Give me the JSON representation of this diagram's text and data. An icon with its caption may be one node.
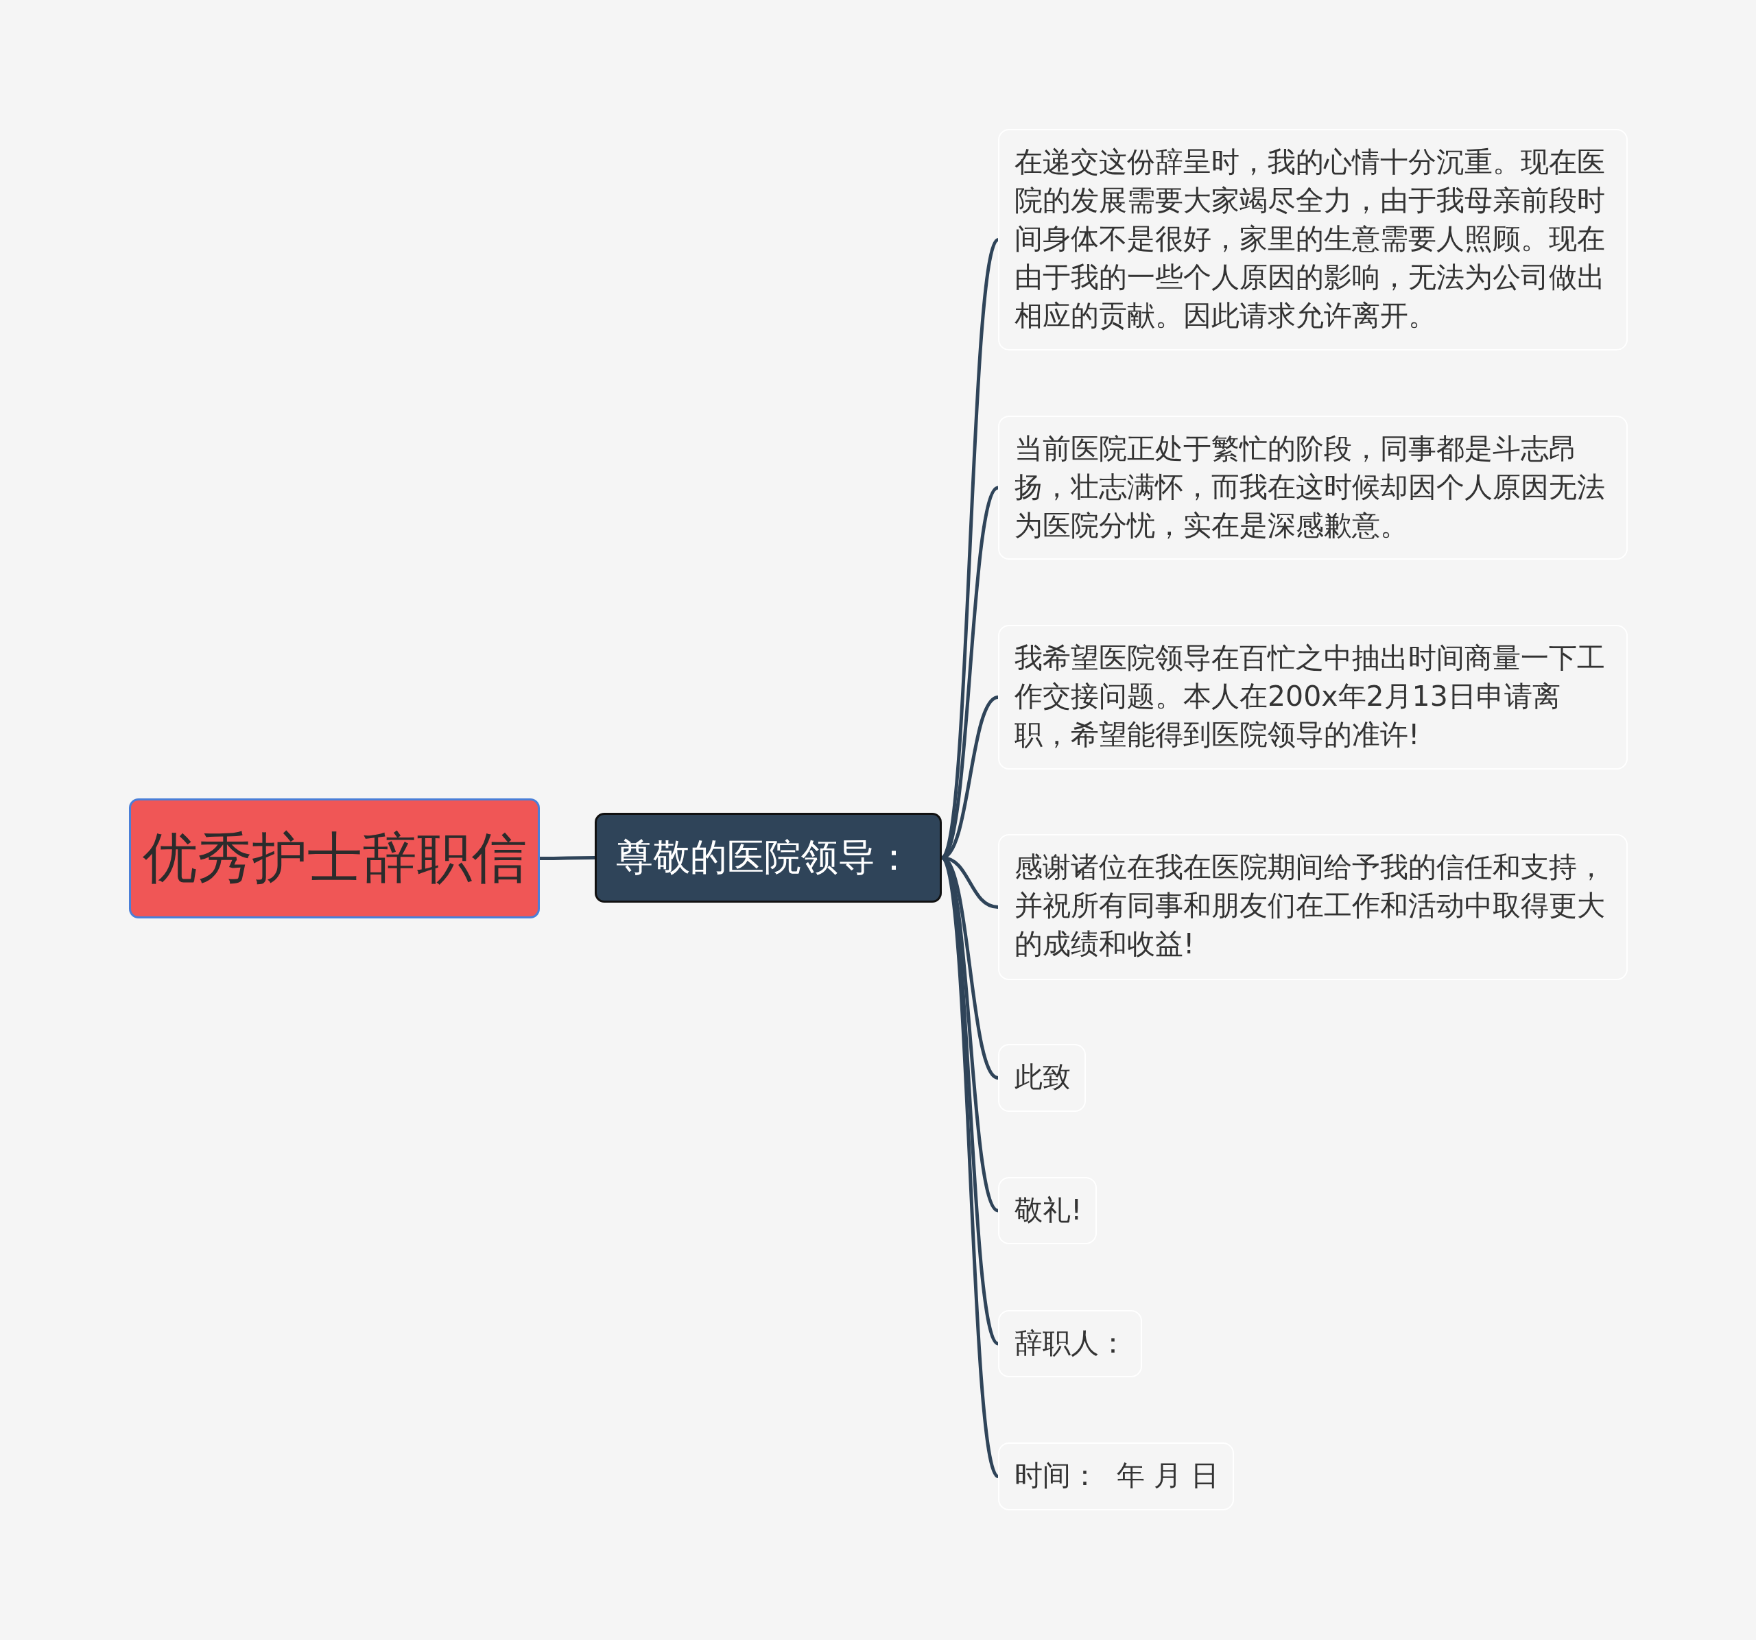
{
  "diagram": {
    "nodes": [
      {
        "text": [
          "优秀护士辞职信"
        ]
      },
      {
        "text": [
          "尊敬的医院领导："
        ]
      },
      {
        "text": [
          "在递交这份辞呈时，我的心情十分沉重。现在医院的发展需要大家竭尽全力，由于我母亲前段时间身体不是很好，家里的生意需要人照顾。现在由于我的一些个人原因的影响，无法为公司做出相应的贡献。因此请求允许离开。"
        ]
      },
      {
        "text": [
          "当前医院正处于繁忙的阶段，同事都是斗志昂扬，壮志满怀，而我在这时候却因个人原因无法为医院分忧，实在是深感歉意。"
        ]
      },
      {
        "text": [
          "我希望医院领导在百忙之中抽出时间商量一下工作交接问题。本人在200x年2月13日申请离职，希望能得到医院领导的准许!"
        ]
      },
      {
        "text": [
          "感谢诸位在我在医院期间给予我的信任和支持，并祝所有同事和朋友们在工作和活动中取得更大的成绩和收益!"
        ]
      },
      {
        "text": [
          "此致"
        ]
      },
      {
        "text": [
          "敬礼!"
        ]
      },
      {
        "text": [
          "辞职人："
        ]
      },
      {
        "text": [
          "时间：  年 月 日"
        ]
      }
    ],
    "edges": [
      {
        "from": 0,
        "to": 1,
        "arrow": "none"
      },
      {
        "from": 1,
        "to": 2,
        "arrow": "none"
      },
      {
        "from": 1,
        "to": 3,
        "arrow": "none"
      },
      {
        "from": 1,
        "to": 4,
        "arrow": "none"
      },
      {
        "from": 1,
        "to": 5,
        "arrow": "none"
      },
      {
        "from": 1,
        "to": 6,
        "arrow": "none"
      },
      {
        "from": 1,
        "to": 7,
        "arrow": "none"
      },
      {
        "from": 1,
        "to": 8,
        "arrow": "none"
      },
      {
        "from": 1,
        "to": 9,
        "arrow": "none"
      }
    ]
  }
}
